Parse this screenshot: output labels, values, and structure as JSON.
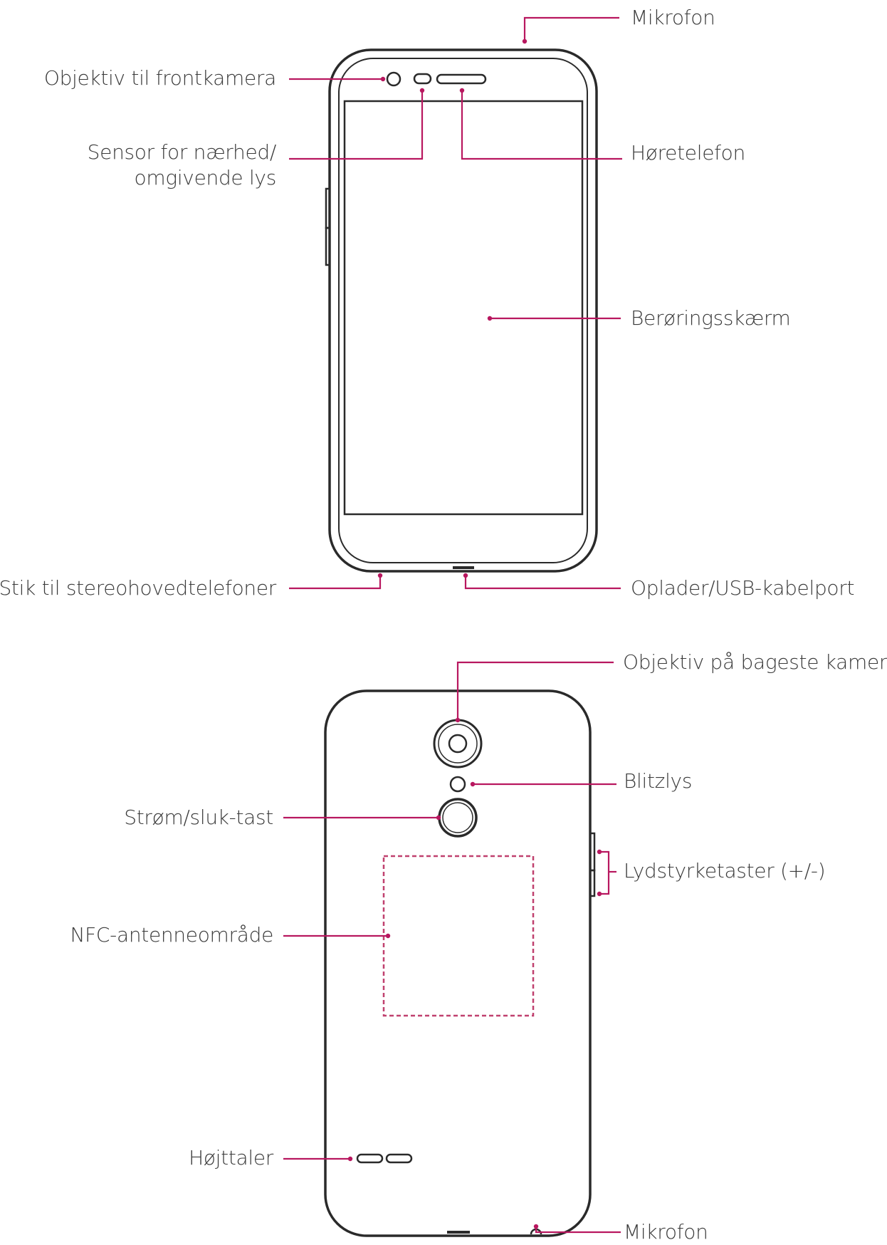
{
  "front": {
    "mikrofon": "Mikrofon",
    "front_camera": "Objektiv til frontkamera",
    "sensor_line1": "Sensor for nærhed/",
    "sensor_line2": "omgivende lys",
    "earpiece": "Høretelefon",
    "touchscreen": "Berøringsskærm",
    "headset_jack": "Stik til stereohovedtelefoner",
    "charger_port": "Oplader/USB-kabelport"
  },
  "back": {
    "rear_camera": "Objektiv på bageste kamera",
    "flash": "Blitzlys",
    "power_key": "Strøm/sluk-tast",
    "volume_keys": "Lydstyrketaster (+/-)",
    "nfc_area": "NFC-antenneområde",
    "speaker": "Højttaler",
    "mikrofon": "Mikrofon"
  },
  "colors": {
    "leader": "#b8175f",
    "outline": "#2a2a2a",
    "text": "#3a3a3a"
  }
}
